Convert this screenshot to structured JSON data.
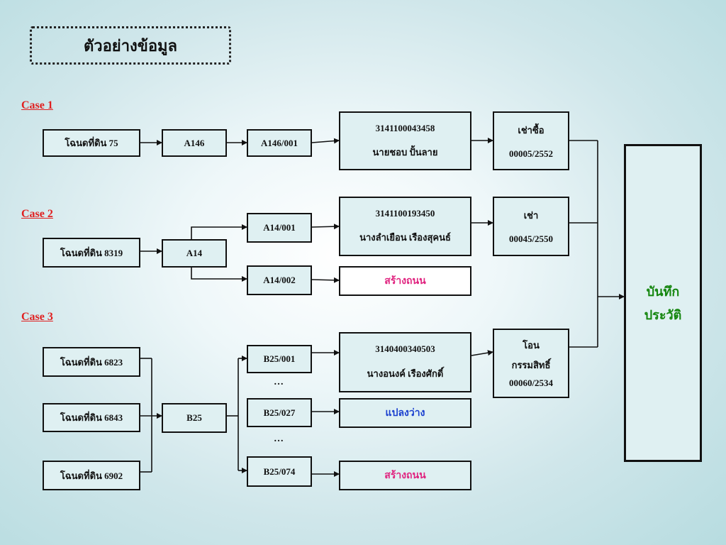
{
  "title": "ตัวอย่างข้อมูล",
  "cases": {
    "case1": "Case 1",
    "case2": "Case 2",
    "case3": "Case 3"
  },
  "case1": {
    "land": "โฉนดที่ดิน  75",
    "parcel": "A146",
    "unit": "A146/001",
    "owner_id": "3141100043458",
    "owner_name": "นายชอบ  ปั้นลาย",
    "action": "เช่าซื้อ",
    "doc": "00005/2552"
  },
  "case2": {
    "land": "โฉนดที่ดิน   8319",
    "parcel": "A14",
    "unit1": "A14/001",
    "unit2": "A14/002",
    "owner_id": "3141100193450",
    "owner_name": "นางลำเยือน  เรืองสุคนธ์",
    "action": "เช่า",
    "doc": "00045/2550",
    "road": "สร้างถนน"
  },
  "case3": {
    "land1": "โฉนดที่ดิน 6823",
    "land2": "โฉนดที่ดิน  6843",
    "land3": "โฉนดที่ดิน  6902",
    "parcel": "B25",
    "unit1": "B25/001",
    "unit2": "B25/027",
    "unit3": "B25/074",
    "dots1": "…",
    "dots2": "…",
    "owner_id": "3140400340503",
    "owner_name": "นางอนงค์  เรืองศักดิ์",
    "action1": "โอน",
    "action2": "กรรมสิทธิ์",
    "doc": "00060/2534",
    "vacant": "แปลงว่าง",
    "road": "สร้างถนน"
  },
  "record": {
    "line1": "บันทึก",
    "line2": "ประวัติ"
  },
  "colors": {
    "case_label": "#e02020",
    "road_text": "#e0237f",
    "vacant_text": "#1a3fcf",
    "record_text": "#15860f"
  }
}
